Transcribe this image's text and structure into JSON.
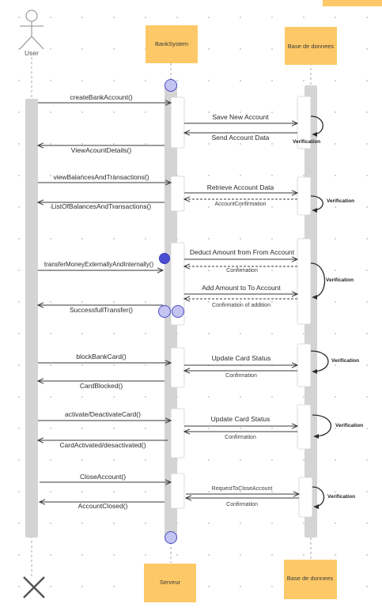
{
  "actors": {
    "user": "User",
    "bank_system": "BankSystem",
    "db_top": "Base de donnees",
    "server": "Serveur",
    "db_bottom": "Base de donnees"
  },
  "messages": {
    "m1": "createBankAccount()",
    "m2": "Save New Account",
    "m3": "Send Account Data",
    "m4": "ViewAcountDetails()",
    "m5": "viewBalancesAndTransactions()",
    "m6": "Retrieve Account Data",
    "m7": "AccountConfirmation",
    "m8": "ListOfBalancesAndTransactions()",
    "m9": "Deduct Amount from From Account",
    "m10": "Confirmation",
    "m11": "transferMoneyExternallyAndInternally()",
    "m12": "Add Amount to To Account",
    "m13": "Confirmation of addition",
    "m14": "SuccessfullTransfer()",
    "m15": "blockBankCard()",
    "m16": "Update Card Status",
    "m17": "Confirmation",
    "m18": "CardBlocked()",
    "m19": "activate/DeactivateCard()",
    "m20": "Update Card Status",
    "m21": "Confirmation",
    "m22": "CardActivated/desactivated()",
    "m23": "CloseAccount()",
    "m24": "RequestToCloseAccount",
    "m25": "Confirmation",
    "m26": "AccountClosed()"
  },
  "verification": {
    "v1": "Verification",
    "v2": "Verification",
    "v3": "Verification",
    "v4": "Verification",
    "v5": "Verification",
    "v6": "Verification"
  },
  "colors": {
    "sticky_fill": "#fdc968",
    "lifeline_bar": "#d4d4d4",
    "activation": "#ffffff",
    "node_fill": "#c3c4f2",
    "node_stroke": "#4a4dc3",
    "node_solid": "#4a4dd0",
    "arrow": "#3a3a3a"
  }
}
